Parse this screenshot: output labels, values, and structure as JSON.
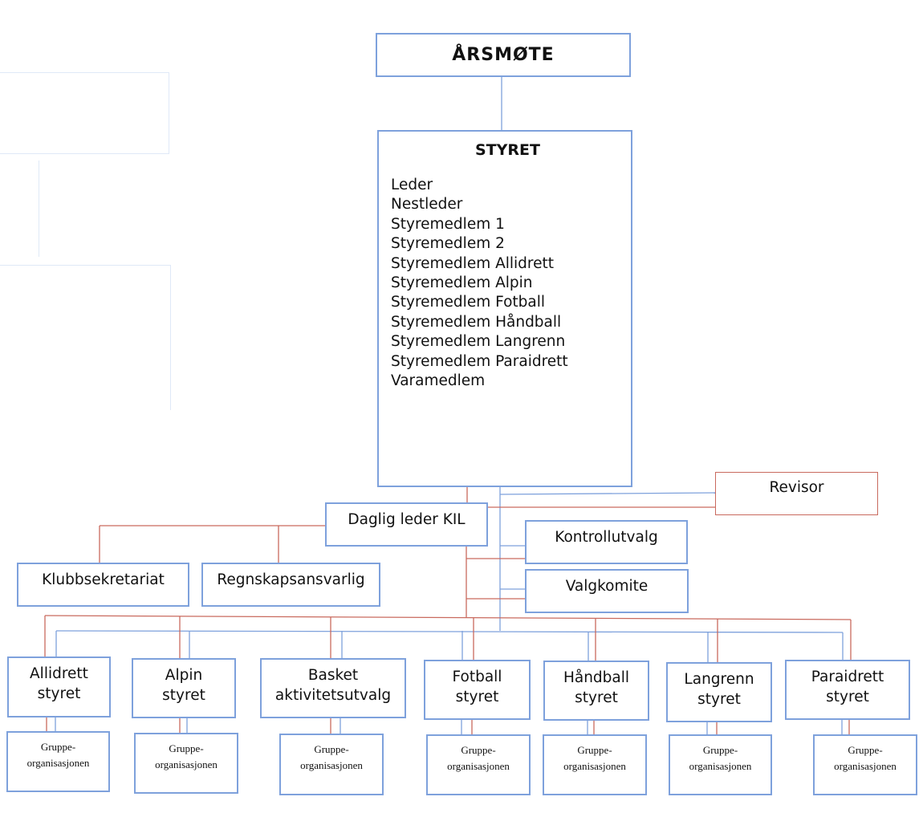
{
  "arsmote": {
    "title": "ÅRSMØTE"
  },
  "styret": {
    "title": "STYRET",
    "members": [
      "Leder",
      "Nestleder",
      "Styremedlem 1",
      "Styremedlem 2",
      "Styremedlem Allidrett",
      "Styremedlem Alpin",
      "Styremedlem Fotball",
      "Styremedlem Håndball",
      "Styremedlem Langrenn",
      "Styremedlem Paraidrett",
      "Varamedlem"
    ]
  },
  "revisor": "Revisor",
  "daglig_leder": "Daglig leder KIL",
  "kontrollutvalg": "Kontrollutvalg",
  "valgkomite": "Valgkomite",
  "klubbsekretariat": "Klubbsekretariat",
  "regnskapsansvarlig": "Regnskapsansvarlig",
  "groups": [
    {
      "line1": "Allidrett",
      "line2": "styret"
    },
    {
      "line1": "Alpin",
      "line2": "styret"
    },
    {
      "line1": "Basket",
      "line2": "aktivitetsutvalg"
    },
    {
      "line1": "Fotball",
      "line2": "styret"
    },
    {
      "line1": "Håndball",
      "line2": "styret"
    },
    {
      "line1": "Langrenn",
      "line2": "styret"
    },
    {
      "line1": "Paraidrett",
      "line2": "styret"
    }
  ],
  "sub": {
    "line1": "Gruppe-",
    "line2": "organisasjonen"
  },
  "colors": {
    "blue_line": "#7ea1dc",
    "red_line": "#c96a5e"
  }
}
